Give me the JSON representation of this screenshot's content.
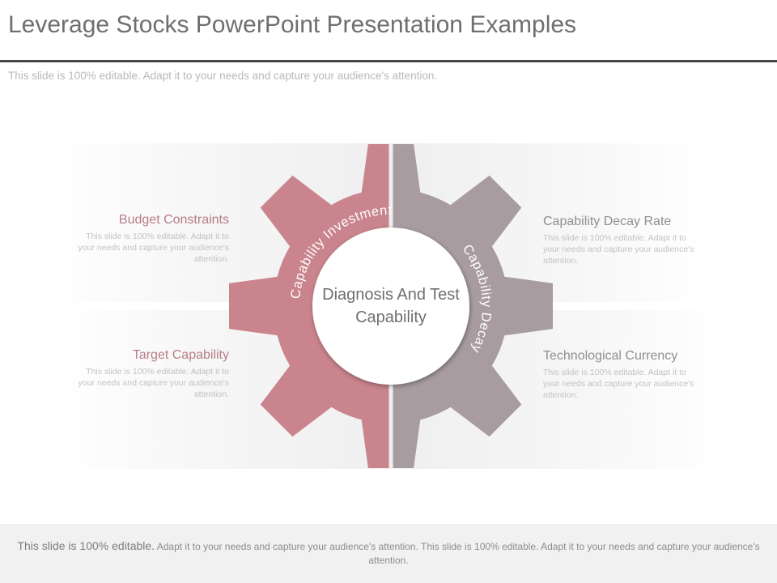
{
  "header": {
    "title": "Leverage Stocks PowerPoint Presentation Examples",
    "subtitle": "This slide is 100% editable. Adapt it to your needs and capture your audience's attention."
  },
  "diagram": {
    "center_label": "Diagnosis And Test Capability",
    "left_arc_label": "Capability Investment",
    "right_arc_label": "Capability Decay",
    "colors": {
      "left_half": "#C9848D",
      "right_half": "#A89CA1",
      "center_fill": "#FFFFFF",
      "left_heading": "#B67C87",
      "right_heading": "#8F8F8F"
    },
    "items": [
      {
        "position": "top-left",
        "heading": "Budget Constraints",
        "body": "This slide is 100% editable. Adapt it to your needs and capture your audience's attention."
      },
      {
        "position": "bottom-left",
        "heading": "Target Capability",
        "body": "This slide is 100% editable. Adapt it to your needs and capture your audience's attention."
      },
      {
        "position": "top-right",
        "heading": "Capability Decay Rate",
        "body": "This slide is 100% editable. Adapt it to your needs and capture your audience's attention."
      },
      {
        "position": "bottom-right",
        "heading": "Technological Currency",
        "body": "This slide is 100% editable. Adapt it to your needs and capture your audience's attention."
      }
    ]
  },
  "footer": {
    "lead": "This slide is 100% editable.",
    "text": " Adapt it to your needs and capture your audience's attention. This slide is 100% editable. Adapt it to your needs and capture your audience's attention."
  }
}
